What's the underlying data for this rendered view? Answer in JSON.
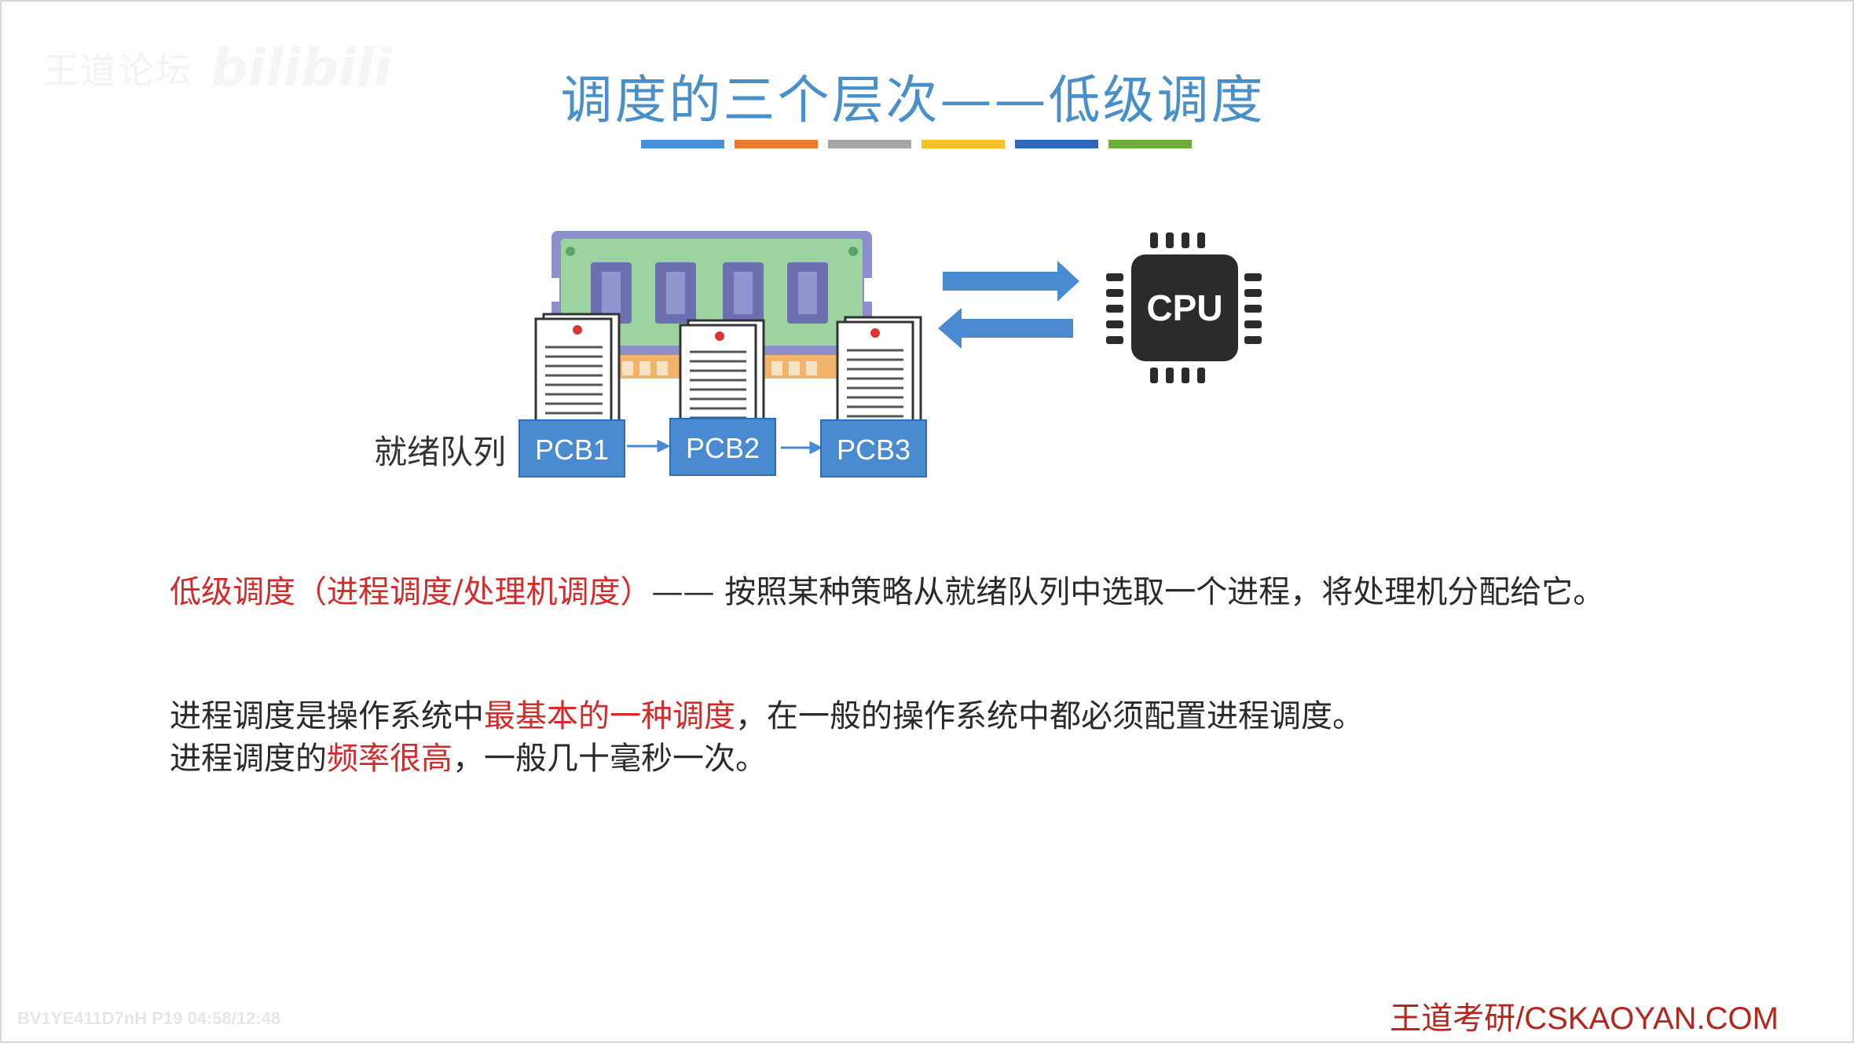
{
  "watermark": {
    "channel": "王道论坛",
    "logo": "bilibili",
    "info": "BV1YE411D7nH P19 04:58/12:48"
  },
  "slide": {
    "title": "调度的三个层次——低级调度",
    "bar_colors": [
      "#4a90d9",
      "#e97b2f",
      "#a5a5a5",
      "#f4c22b",
      "#3366bb",
      "#6aad3d"
    ]
  },
  "diagram": {
    "ready_queue_label": "就绪队列",
    "pcbs": [
      "PCB1",
      "PCB2",
      "PCB3"
    ],
    "cpu_label": "CPU",
    "icons": [
      "memory-stick-icon",
      "document-icon",
      "exchange-arrows-icon",
      "cpu-chip-icon"
    ]
  },
  "text": {
    "p1_red": "低级调度（进程调度/处理机调度）",
    "p1_rest": "—— 按照某种策略从就绪队列中选取一个进程，将处理机分配给它。",
    "p2_a": "进程调度是操作系统中",
    "p2_red": "最基本的一种调度",
    "p2_b": "，在一般的操作系统中都必须配置进程调度。",
    "p3_a": "进程调度的",
    "p3_red": "频率很高",
    "p3_b": "，一般几十毫秒一次。"
  },
  "footer": {
    "site": "王道考研/CSKAOYAN.COM"
  }
}
